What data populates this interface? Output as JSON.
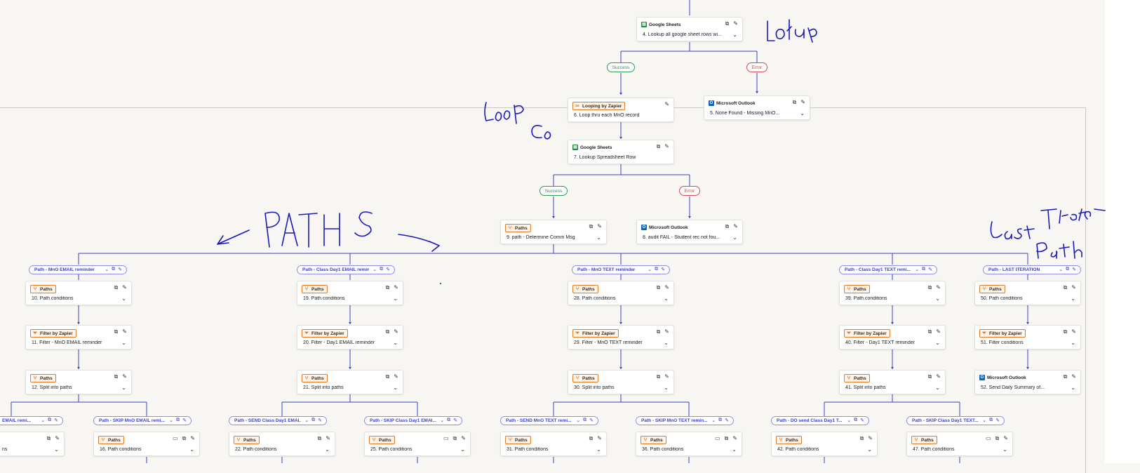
{
  "canvas": {
    "accent_color": "#3d3dc8",
    "pen_color": "#1a1ab8",
    "success_color": "#2e9e4e",
    "error_color": "#d03a3a"
  },
  "branches": {
    "success": "Success",
    "error": "Error"
  },
  "steps": {
    "s4": {
      "app": "Google Sheets",
      "icon": "sheets-icon",
      "title": "4. Lookup all google sheet rows wi..."
    },
    "s5": {
      "app": "Microsoft Outlook",
      "icon": "outlook-icon",
      "title": "5. None Found - Missing MnO..."
    },
    "s6": {
      "app": "Looping by Zapier",
      "icon": "loop-icon",
      "title": "6. Loop thru each MnO record"
    },
    "s7": {
      "app": "Google Sheets",
      "icon": "sheets-icon",
      "title": "7. Lookup Spreadsheet Row"
    },
    "s9": {
      "app": "Paths",
      "icon": "paths-icon",
      "title": "9. path - Determine Comm Msg"
    },
    "s8": {
      "app": "Microsoft Outlook",
      "icon": "outlook-icon",
      "title": "8. audit FAIL - Student rec not fou..."
    },
    "s10": {
      "app": "Paths",
      "title": "10. Path conditions"
    },
    "s11": {
      "app": "Filter by Zapier",
      "title": "11. Filter - MnO EMAIL reminder"
    },
    "s12": {
      "app": "Paths",
      "title": "12. Split into paths"
    },
    "s19": {
      "app": "Paths",
      "title": "19. Path conditions"
    },
    "s20": {
      "app": "Filter by Zapier",
      "title": "20. Filter - Day1 EMAIL reminder"
    },
    "s21": {
      "app": "Paths",
      "title": "21. Split into paths"
    },
    "s28": {
      "app": "Paths",
      "title": "28. Path conditions"
    },
    "s29": {
      "app": "Filter by Zapier",
      "title": "29. Filter - MnO TEXT reminder"
    },
    "s30": {
      "app": "Paths",
      "title": "30. Split into paths"
    },
    "s39": {
      "app": "Paths",
      "title": "39. Path conditions"
    },
    "s40": {
      "app": "Filter by Zapier",
      "title": "40. Filter - Day1 TEXT reminder"
    },
    "s41": {
      "app": "Paths",
      "title": "41. Split into paths"
    },
    "s50": {
      "app": "Paths",
      "title": "50. Path conditions"
    },
    "s51": {
      "app": "Filter by Zapier",
      "title": "51. Filter conditions"
    },
    "s52": {
      "app": "Microsoft Outlook",
      "title": "52. Send Daily Summary of..."
    },
    "s13": {
      "app": "",
      "title": "ns"
    },
    "s16": {
      "app": "Paths",
      "title": "16. Path conditions"
    },
    "s22": {
      "app": "Paths",
      "title": "22. Path conditions"
    },
    "s25": {
      "app": "Paths",
      "title": "25. Path conditions"
    },
    "s31": {
      "app": "Paths",
      "title": "31. Path conditions"
    },
    "s36": {
      "app": "Paths",
      "title": "36. Path conditions"
    },
    "s42": {
      "app": "Paths",
      "title": "42. Path conditions"
    },
    "s47": {
      "app": "Paths",
      "title": "47. Path conditions"
    }
  },
  "paths_top": [
    "Path - MnO EMAIL reminder",
    "Path - Class Day1 EMAIL remin...",
    "Path - MnO TEXT reminder",
    "Path - Class Day1 TEXT remi...",
    "Path - LAST ITERATION"
  ],
  "paths_sub": [
    "EMAIL remi...",
    "Path - SKIP MnO EMAIL remi...",
    "Path - SEND Class Day1 EMAI...",
    "Path - SKIP Class Day1 EMAI...",
    "Path - SEND MnO TEXT remi...",
    "Path - SKIP MnO TEXT remin...",
    "Path - DO send Class Day1 T...",
    "Path - SKIP Class Day1 TEXT..."
  ]
}
